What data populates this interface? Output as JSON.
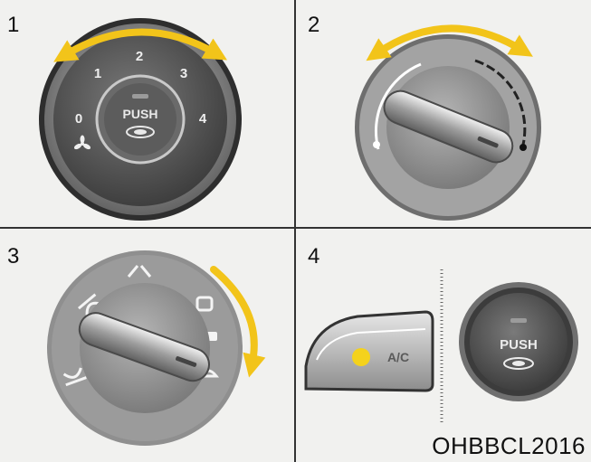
{
  "panels": [
    {
      "number": "1",
      "fan_labels": [
        "0",
        "1",
        "2",
        "3",
        "4"
      ],
      "push_label": "PUSH"
    },
    {
      "number": "2"
    },
    {
      "number": "3"
    },
    {
      "number": "4",
      "ac_label": "A/C",
      "push_label": "PUSH"
    }
  ],
  "caption": "OHBBCL2016",
  "colors": {
    "background": "#f1f1ef",
    "arrow": "#f2c41a",
    "knob_dark": "#555555",
    "dial_face": "#8c8c8c",
    "indicator": "#f4d21c"
  }
}
